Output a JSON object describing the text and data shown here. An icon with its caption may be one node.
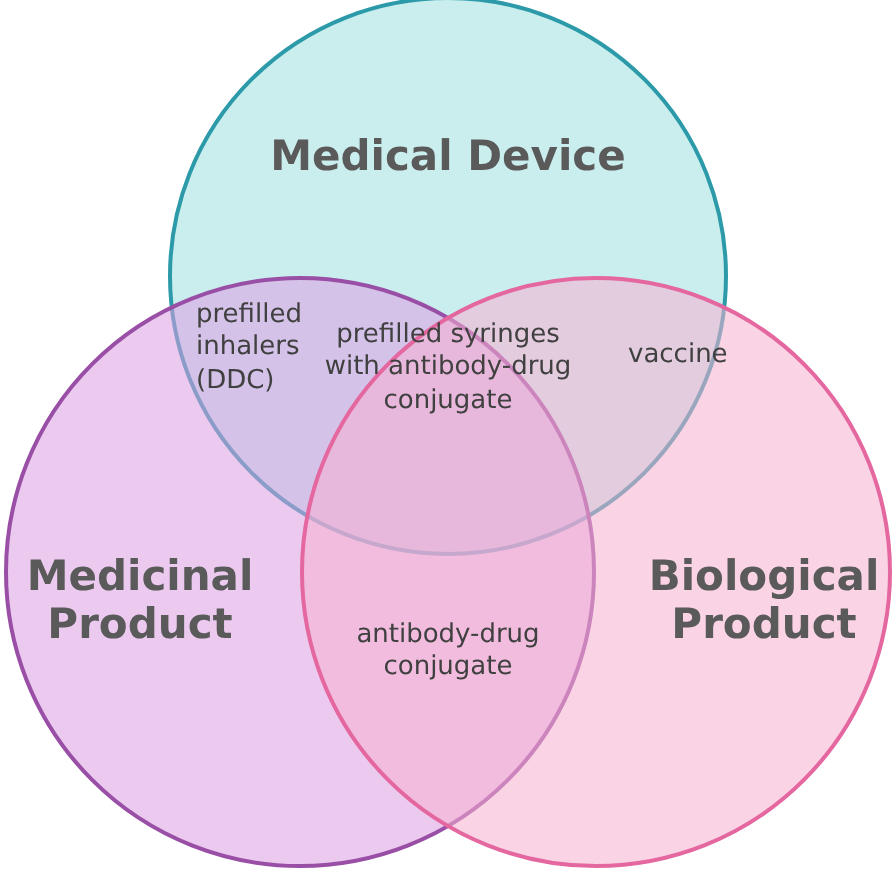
{
  "diagram": {
    "nodes": [
      {
        "text": [
          "Medical Device"
        ]
      },
      {
        "text": [
          "Medicinal Product"
        ]
      },
      {
        "text": [
          "Biological Product"
        ]
      }
    ],
    "labels": [
      "prefilled inhalers (DDC)",
      "vaccine",
      "prefilled syringes with antibody-drug conjugate",
      "antibody-drug conjugate"
    ]
  }
}
